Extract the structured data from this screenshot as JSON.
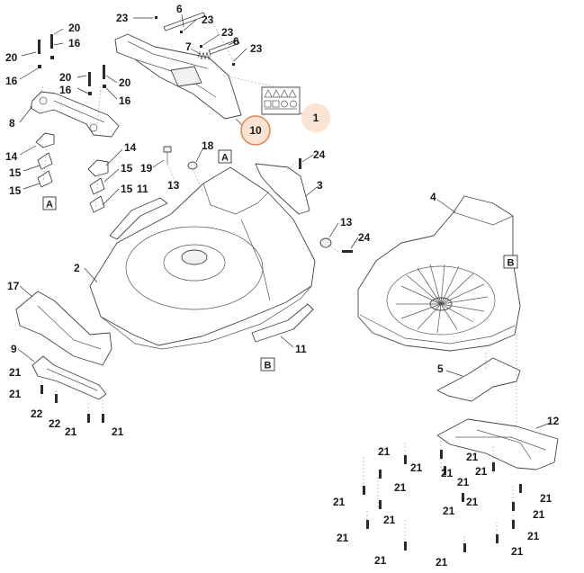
{
  "callouts": {
    "c1": "1",
    "c2": "2",
    "c3": "3",
    "c4": "4",
    "c5": "5",
    "c6a": "6",
    "c6b": "6",
    "c7": "7",
    "c8": "8",
    "c9": "9",
    "c10": "10",
    "c11a": "11",
    "c11b": "11",
    "c12": "12",
    "c13a": "13",
    "c13b": "13",
    "c14a": "14",
    "c14b": "14",
    "c15a": "15",
    "c15b": "15",
    "c15c": "15",
    "c15d": "15",
    "c16a": "16",
    "c16b": "16",
    "c16c": "16",
    "c16d": "16",
    "c17": "17",
    "c18": "18",
    "c19": "19",
    "c20a": "20",
    "c20b": "20",
    "c20c": "20",
    "c20d": "20",
    "c21": [
      "21",
      "21",
      "21",
      "21",
      "21",
      "21",
      "21",
      "21",
      "21",
      "21",
      "21",
      "21",
      "21",
      "21",
      "21",
      "21",
      "21",
      "21",
      "21",
      "21",
      "21",
      "21"
    ],
    "c22a": "22",
    "c22b": "22",
    "c23a": "23",
    "c23b": "23",
    "c23c": "23",
    "c23d": "23",
    "c24a": "24",
    "c24b": "24"
  },
  "markers": {
    "a1": "A",
    "a2": "A",
    "b1": "B",
    "b2": "B"
  },
  "highlight": {
    "fill": "#fbe3d2",
    "stroke": "#e08a52"
  }
}
